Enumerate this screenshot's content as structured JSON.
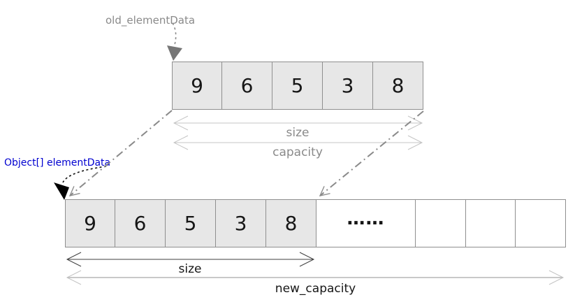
{
  "diagram": {
    "old_pointer_label": "old_elementData",
    "new_pointer_label": "Object[] elementData",
    "old_array": {
      "cells": [
        "9",
        "6",
        "5",
        "3",
        "8"
      ],
      "size_label": "size",
      "capacity_label": "capacity"
    },
    "new_array": {
      "filled_cells": [
        "9",
        "6",
        "5",
        "3",
        "8"
      ],
      "ellipsis": "……",
      "empty_cell_count": 3,
      "size_label": "size",
      "capacity_label": "new_capacity"
    },
    "colors": {
      "cell_fill": "#e7e7e7",
      "cell_border": "#8f8f8f",
      "muted_text": "#8a8a8a",
      "pointer_text": "#0000d0",
      "light_arrow": "#c4c4c4",
      "dark_arrow": "#3f3f3f",
      "dashdot_line": "#8a8a8a",
      "black_arrowhead": "#000000",
      "gray_arrowhead": "#767676"
    }
  }
}
